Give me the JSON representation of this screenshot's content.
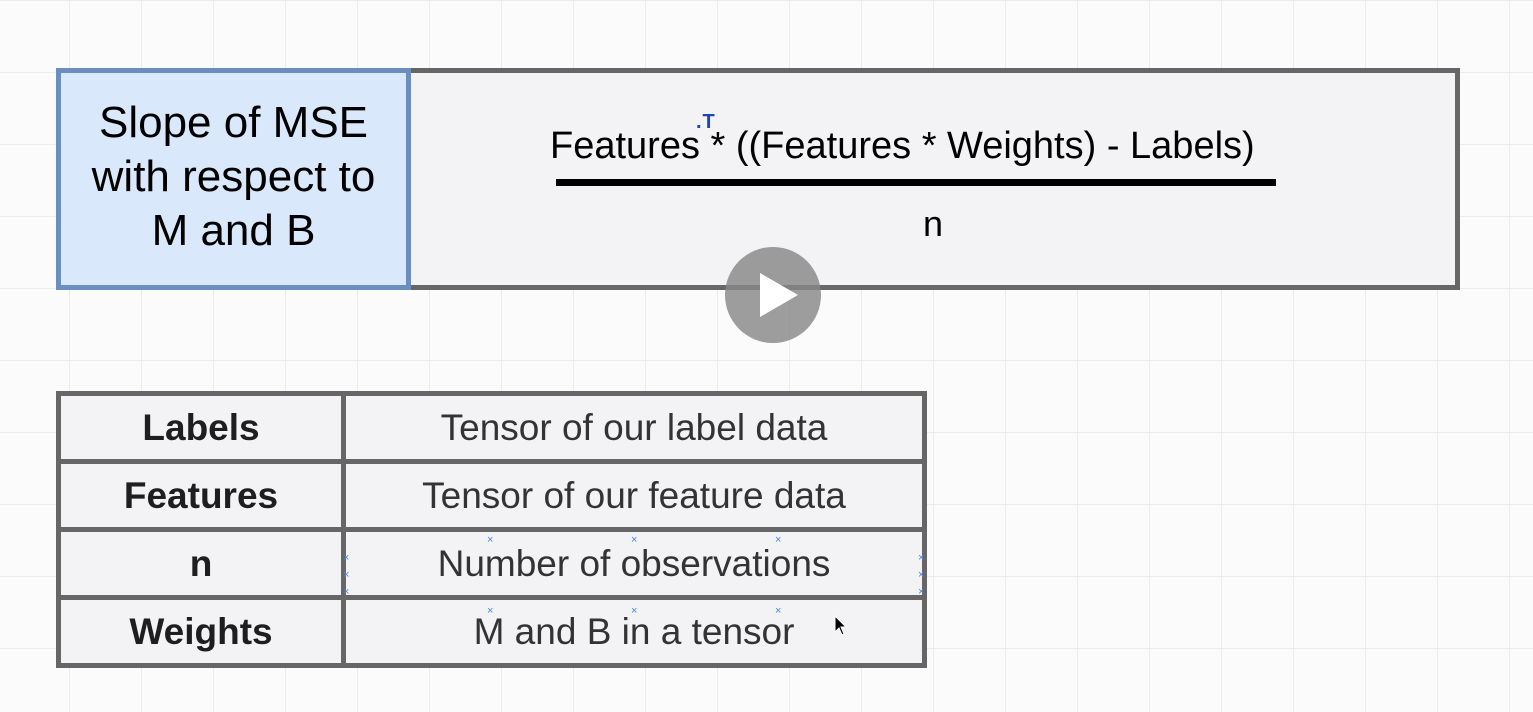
{
  "formula": {
    "concept_title": "Slope of MSE\nwith respect to\nM and B",
    "numerator": "Features * ((Features * Weights) - Labels)",
    "transpose_marker": ".T",
    "denominator": "n"
  },
  "table": {
    "rows": [
      {
        "term": "Labels",
        "description": "Tensor of our label data"
      },
      {
        "term": "Features",
        "description": "Tensor of our feature data"
      },
      {
        "term": "n",
        "description": "Number of observations"
      },
      {
        "term": "Weights",
        "description": "M and B in a tensor"
      }
    ]
  },
  "overlay": {
    "play_icon": "play-icon",
    "cursor_icon": "mouse-pointer-icon"
  },
  "colors": {
    "concept_fill": "#dae8fc",
    "concept_border": "#6c8ebf",
    "box_fill": "#f3f2f4",
    "box_border": "#666666",
    "transpose_marker": "#1a46b8"
  }
}
